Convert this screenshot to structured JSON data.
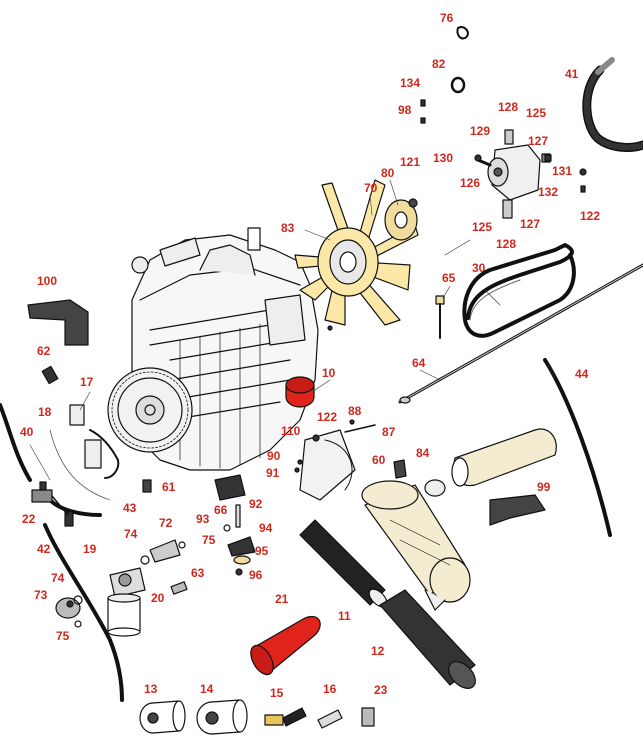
{
  "colors": {
    "callout": "#d0281e",
    "line": "#111111",
    "fan_yellow": "#fbe8a6",
    "filter_red": "#e0241c",
    "part_grey": "#dcdcdc",
    "cream": "#f4ecd0"
  },
  "callouts": {
    "c10": "10",
    "c11": "11",
    "c12": "12",
    "c13": "13",
    "c14": "14",
    "c15": "15",
    "c16": "16",
    "c17": "17",
    "c18": "18",
    "c19": "19",
    "c20": "20",
    "c21": "21",
    "c22": "22",
    "c23": "23",
    "c30": "30",
    "c40": "40",
    "c41": "41",
    "c42": "42",
    "c43": "43",
    "c44": "44",
    "c60": "60",
    "c61": "61",
    "c62": "62",
    "c63": "63",
    "c64": "64",
    "c65": "65",
    "c66": "66",
    "c70": "70",
    "c72": "72",
    "c73": "73",
    "c74a": "74",
    "c74b": "74",
    "c75a": "75",
    "c75b": "75",
    "c76": "76",
    "c80": "80",
    "c82": "82",
    "c83": "83",
    "c84": "84",
    "c87": "87",
    "c88": "88",
    "c90": "90",
    "c91": "91",
    "c92": "92",
    "c93": "93",
    "c94": "94",
    "c95": "95",
    "c96": "96",
    "c98": "98",
    "c99": "99",
    "c100": "100",
    "c110": "110",
    "c121": "121",
    "c122a": "122",
    "c122b": "122",
    "c125a": "125",
    "c125b": "125",
    "c126": "126",
    "c127a": "127",
    "c127b": "127",
    "c128a": "128",
    "c128b": "128",
    "c129": "129",
    "c130": "130",
    "c131": "131",
    "c132": "132",
    "c134": "134"
  }
}
